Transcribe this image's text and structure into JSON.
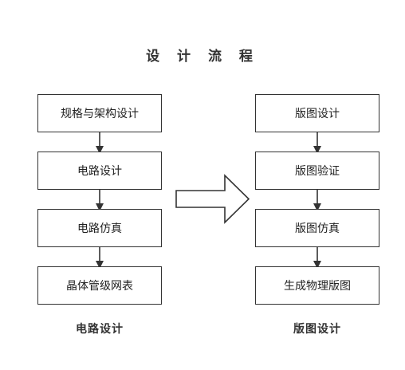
{
  "title": "设 计 流 程",
  "left_column": {
    "steps": [
      "规格与架构设计",
      "电路设计",
      "电路仿真",
      "晶体管级网表"
    ],
    "caption": "电路设计"
  },
  "right_column": {
    "steps": [
      "版图设计",
      "版图验证",
      "版图仿真",
      "生成物理版图"
    ],
    "caption": "版图设计"
  },
  "colors": {
    "stroke": "#333333",
    "text": "#222222",
    "background": "#ffffff"
  }
}
